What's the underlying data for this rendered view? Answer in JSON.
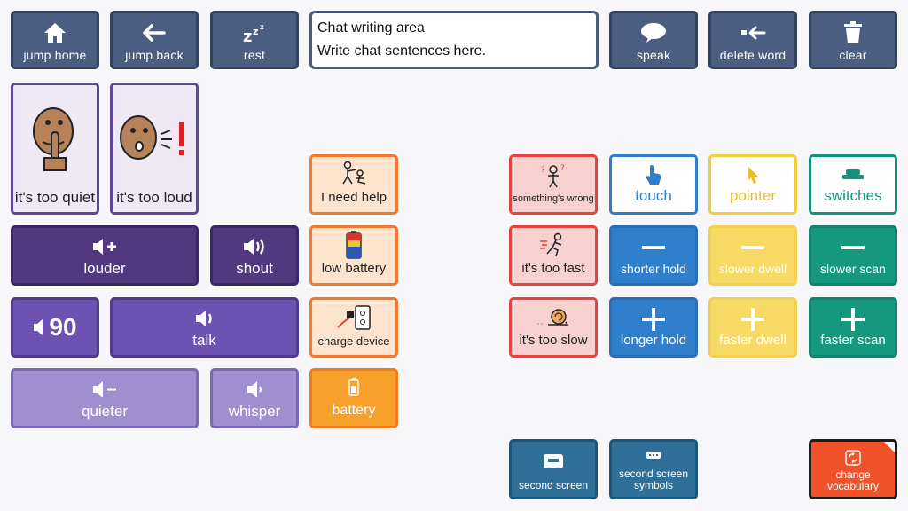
{
  "top_bar": {
    "jump_home": "jump home",
    "jump_back": "jump back",
    "rest": "rest",
    "speak": "speak",
    "delete_word": "delete word",
    "clear": "clear"
  },
  "chat": {
    "title": "Chat writing area",
    "text": "Write chat sentences here."
  },
  "volume": {
    "too_quiet": "it's too quiet",
    "too_loud": "it's too loud",
    "louder": "louder",
    "shout": "shout",
    "level": "90",
    "talk": "talk",
    "quieter": "quieter",
    "whisper": "whisper"
  },
  "device": {
    "need_help": "I need help",
    "low_battery": "low battery",
    "charge_device": "charge device",
    "battery": "battery"
  },
  "feedback": {
    "something_wrong": "something's wrong",
    "too_fast": "it's too fast",
    "too_slow": "it's too slow"
  },
  "access_methods": {
    "touch": "touch",
    "pointer": "pointer",
    "switches": "switches",
    "shorter_hold": "shorter hold",
    "slower_dwell": "slower dwell",
    "slower_scan": "slower scan",
    "longer_hold": "longer hold",
    "faster_dwell": "faster dwell",
    "faster_scan": "faster scan"
  },
  "bottom": {
    "second_screen": "second screen",
    "second_screen_symbols": "second screen symbols",
    "change_vocabulary": "change vocabulary"
  },
  "colors": {
    "nav": "#4b5e82",
    "volume_dark": "#51387f",
    "volume_mid": "#6e52b2",
    "volume_light": "#a08fcf",
    "orange": "#f27a2e",
    "red": "#e4443f",
    "blue": "#2f7fcd",
    "yellow": "#f4cc3e",
    "green": "#15937b",
    "vocab": "#f0522a"
  }
}
